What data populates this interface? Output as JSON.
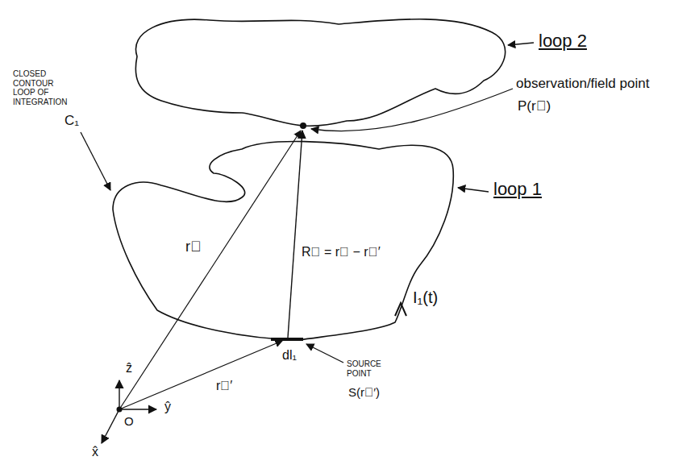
{
  "diagram": {
    "labels": [
      "loop 2",
      "observation/field point",
      "P(r⃗)",
      "loop 1",
      "CLOSED CONTOUR LOOP OF INTEGRATION",
      "C₁",
      "r⃗",
      "R⃗ = r⃗ − r⃗′",
      "I₁(t)",
      "dl₁",
      "SOURCE POINT",
      "S(r⃗′)",
      "r⃗′",
      "ẑ",
      "ŷ",
      "x̂",
      "O"
    ]
  }
}
